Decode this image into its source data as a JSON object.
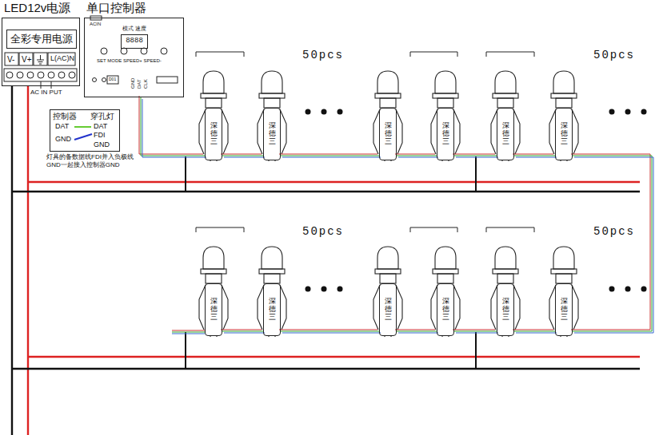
{
  "diagram": {
    "nodes": [
      {
        "text": [
          "LED12v电源"
        ]
      },
      {
        "text": [
          "全彩专用电源"
        ],
        "in": 0
      },
      {
        "text": [
          "单口控制器",
          "模式 速度",
          "SET MODE SPEED+ SPEED-"
        ]
      },
      {
        "text": [
          "8888"
        ],
        "in": 2
      },
      {
        "text": [
          "控制器",
          "穿孔灯",
          "DAT",
          "DAT",
          "GND",
          "FDI",
          "GND"
        ]
      },
      {
        "text": [
          "深德三"
        ]
      },
      {
        "text": [
          "深德三"
        ]
      },
      {
        "text": [
          "深德三"
        ]
      },
      {
        "text": [
          "深德三"
        ]
      },
      {
        "text": [
          "深德三"
        ]
      },
      {
        "text": [
          "深德三"
        ]
      },
      {
        "text": [
          "深德三"
        ]
      },
      {
        "text": [
          "深德三"
        ]
      },
      {
        "text": [
          "深德三"
        ]
      },
      {
        "text": [
          "深德三"
        ]
      },
      {
        "text": [
          "深德三"
        ]
      },
      {
        "text": [
          "深德三"
        ]
      }
    ],
    "edges": [
      {
        "from": 2,
        "to": 5,
        "arrow": "none"
      },
      {
        "from": 5,
        "to": 6,
        "arrow": "none"
      },
      {
        "from": 6,
        "to": 7,
        "arrow": "none"
      },
      {
        "from": 7,
        "to": 8,
        "arrow": "none"
      },
      {
        "from": 8,
        "to": 9,
        "arrow": "none"
      },
      {
        "from": 9,
        "to": 10,
        "arrow": "none"
      },
      {
        "from": 10,
        "to": 16,
        "arrow": "none"
      },
      {
        "from": 16,
        "to": 15,
        "arrow": "none"
      },
      {
        "from": 15,
        "to": 14,
        "arrow": "none"
      },
      {
        "from": 14,
        "to": 13,
        "arrow": "none"
      },
      {
        "from": 13,
        "to": 12,
        "arrow": "none"
      },
      {
        "from": 12,
        "to": 11,
        "arrow": "none"
      }
    ],
    "labels": [
      "V-",
      "V+",
      "L(AC)N",
      "AC IN PUT",
      "ACIN",
      "GND",
      "DAT",
      "CLK",
      "D01",
      "灯具的备数据线FDI并入负极线GND一起接入控制器GND",
      "50pcs",
      "50pcs",
      "50pcs",
      "50pcs"
    ]
  }
}
